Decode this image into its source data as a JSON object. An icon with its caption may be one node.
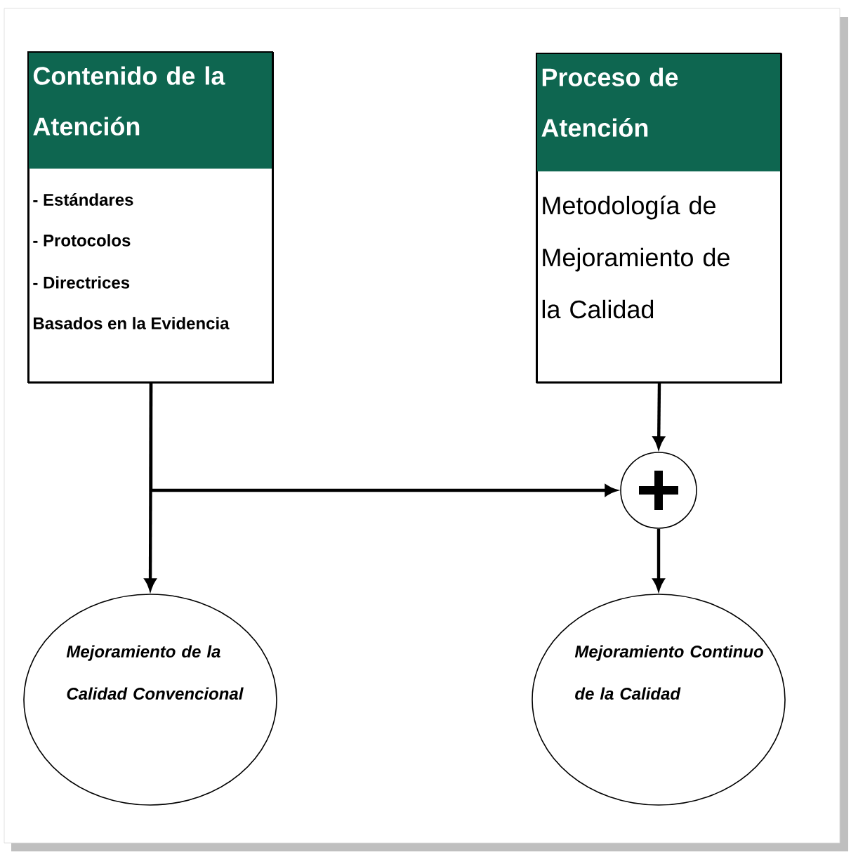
{
  "diagram": {
    "nodes": [
      {
        "text": [
          "Contenido de la Atención",
          "- Estándares",
          "- Protocolos",
          "- Directrices",
          "Basados en la Evidencia"
        ]
      },
      {
        "text": [
          "Proceso de Atención",
          "Metodología de Mejoramiento de la Calidad"
        ]
      },
      {
        "text": [],
        "shape": "circle"
      },
      {
        "text": [
          "Mejoramiento de la Calidad Convencional"
        ]
      },
      {
        "text": [
          "Mejoramiento Continuo de la Calidad"
        ]
      }
    ],
    "edges": [
      {
        "from": 0,
        "to": 3,
        "arrow": "to"
      },
      {
        "from": 0,
        "to": 2,
        "arrow": "to"
      },
      {
        "from": 1,
        "to": 2,
        "arrow": "to"
      },
      {
        "from": 2,
        "to": 4,
        "arrow": "to"
      }
    ]
  }
}
